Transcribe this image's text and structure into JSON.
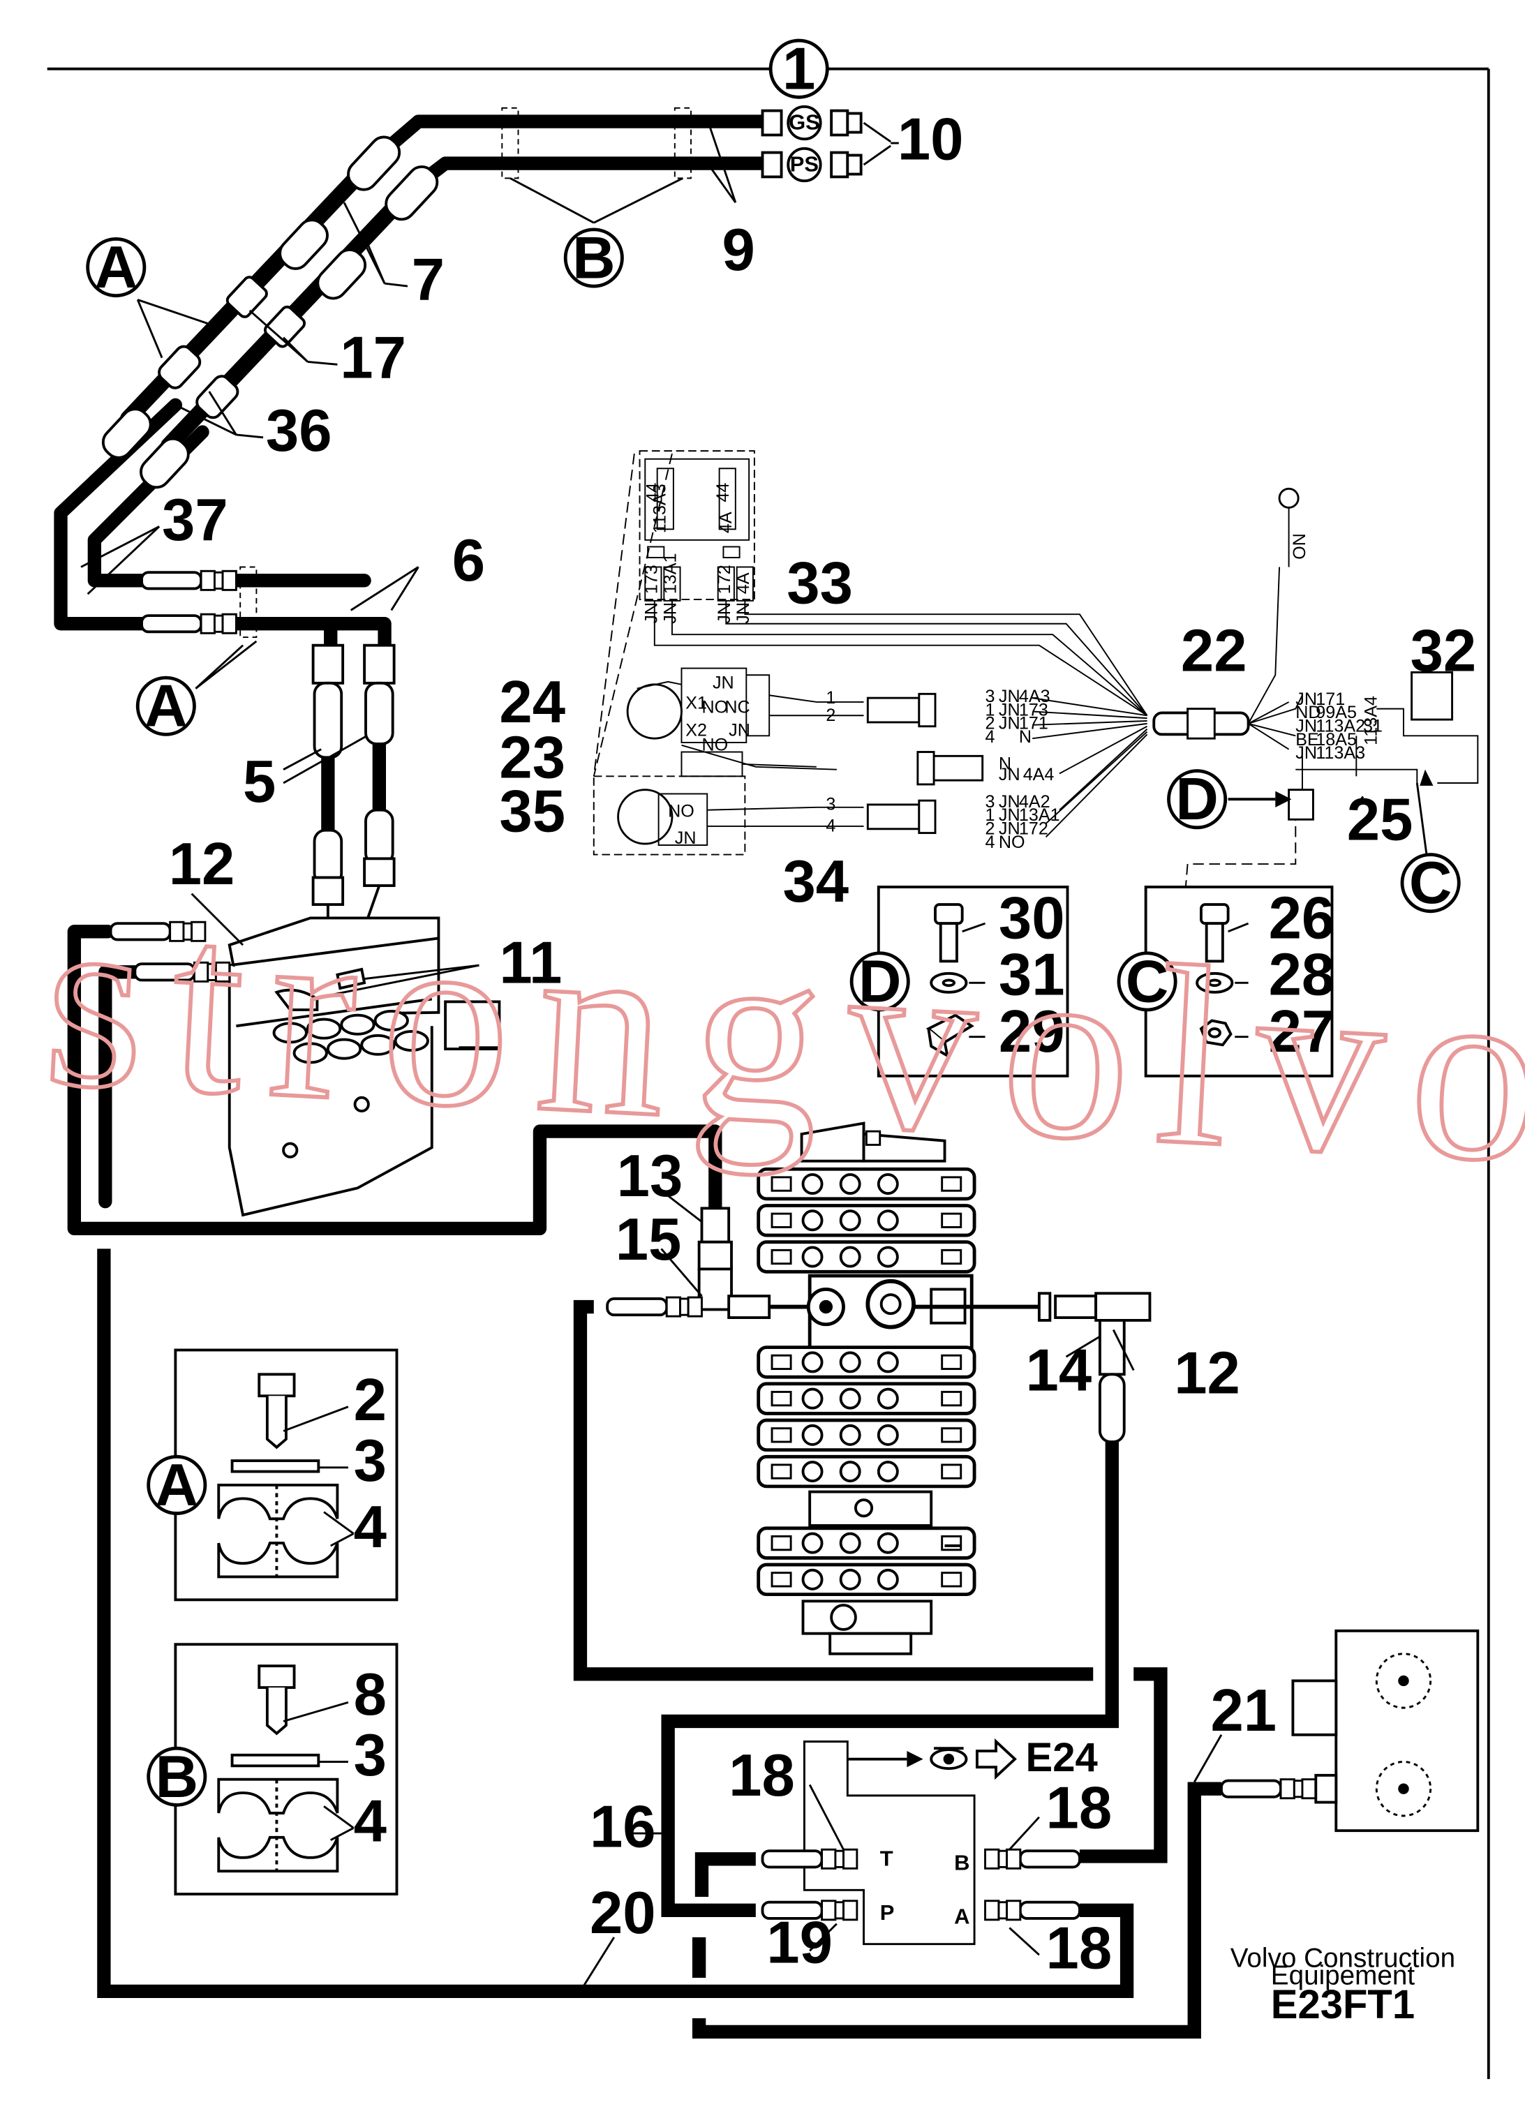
{
  "callouts": {
    "c1": "1",
    "c2": "2",
    "c3": "3",
    "c4": "4",
    "c5": "5",
    "c6": "6",
    "c7": "7",
    "c8": "8",
    "c9": "9",
    "c10": "10",
    "c11": "11",
    "c12": "12",
    "c13": "13",
    "c14": "14",
    "c15": "15",
    "c16": "16",
    "c17": "17",
    "c18": "18",
    "c19": "19",
    "c20": "20",
    "c21": "21",
    "c22": "22",
    "c23": "23",
    "c24": "24",
    "c25": "25",
    "c26": "26",
    "c27": "27",
    "c28": "28",
    "c29": "29",
    "c30": "30",
    "c31": "31",
    "c32": "32",
    "c33": "33",
    "c34": "34",
    "c35": "35",
    "c36": "36",
    "c37": "37"
  },
  "detail_letters": {
    "a": "A",
    "b": "B",
    "c": "C",
    "d": "D"
  },
  "port_badges": {
    "gs": "GS",
    "ps": "PS"
  },
  "valve_ports": {
    "t": "T",
    "p": "P",
    "b": "B",
    "a": "A"
  },
  "reference": {
    "arrow_target": "E24"
  },
  "wiring": {
    "jn": "JN",
    "no": "NO",
    "nc": "NC",
    "n": "N",
    "nd": "ND",
    "be": "BE",
    "x1": "X1",
    "x2": "X2",
    "w_4a3": "4A3",
    "w_173": "173",
    "w_171": "171",
    "w_4a4": "4A4",
    "w_4a2": "4A2",
    "w_13a1": "13A1",
    "w_172": "172",
    "w_99a5": "99A5",
    "w_113a2": "113A2",
    "w_18a5": "18A5",
    "w_113a3": "113A3",
    "w_113a4": "113A4",
    "w_44": "44",
    "w_4a": "4A",
    "pin1": "1",
    "pin2": "2",
    "pin3": "3",
    "pin4": "4",
    "pin31": "31"
  },
  "watermark": "strongvolvo.com",
  "footer": {
    "line1": "Volvo Construction",
    "line2": "Equipement",
    "code": "E23FT1"
  }
}
